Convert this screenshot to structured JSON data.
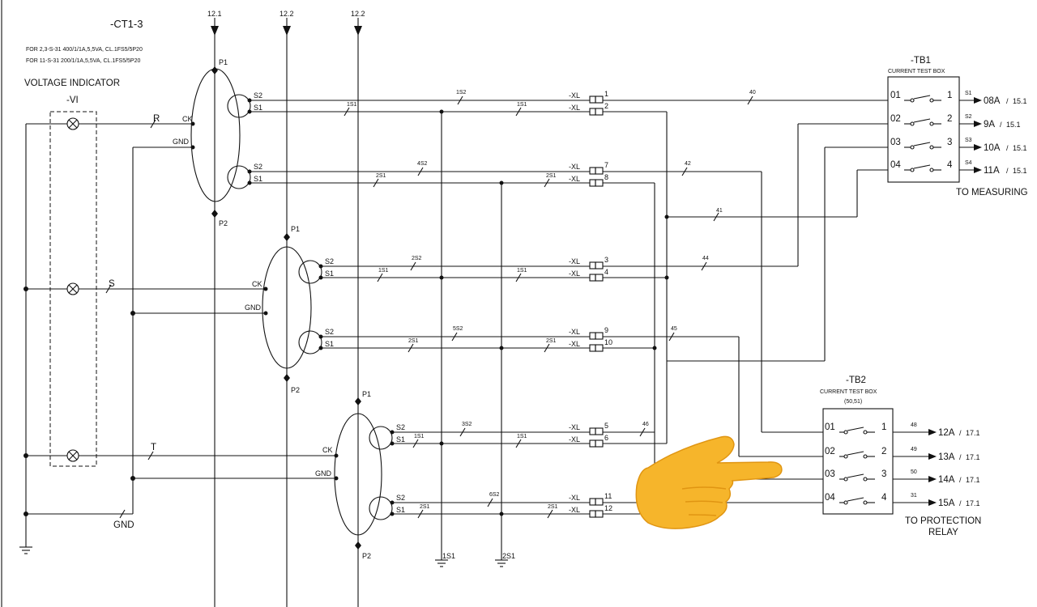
{
  "ct": {
    "tag": "-CT1-3",
    "spec_lines": [
      "FOR 2,3-S-31 400/1/1A,5,5VA, CL.1FS5/5P20",
      "FOR 11-S-31 200/1/1A,5,5VA, CL.1FS5/5P20"
    ],
    "p1": "P1",
    "p2": "P2",
    "ck": "CK",
    "gnd": "GND",
    "s1": "S1",
    "s2": "S2"
  },
  "buses": [
    "12.1",
    "12.2",
    "12.2"
  ],
  "voltage_indicator": {
    "title": "VOLTAGE INDICATOR",
    "tag": "-VI",
    "phases": [
      "R",
      "S",
      "T"
    ],
    "gnd": "GND"
  },
  "xl_label": "-XL",
  "terminals": [
    "1",
    "2",
    "7",
    "8",
    "3",
    "4",
    "9",
    "10",
    "5",
    "6",
    "11",
    "12"
  ],
  "wire_labels": {
    "a": "1S2",
    "b": "1S1",
    "c": "1S1",
    "d": "4S2",
    "e": "2S1",
    "f": "2S1",
    "g": "2S2",
    "h": "1S1",
    "i": "1S1",
    "j": "5S2",
    "k": "2S1",
    "l": "2S1",
    "m": "3S2",
    "n": "1S1",
    "o": "1S1",
    "p": "6S2",
    "q": "2S1",
    "r": "2S1"
  },
  "cable_numbers": [
    "40",
    "42",
    "41",
    "44",
    "45",
    "46",
    "48",
    "49",
    "50",
    "31"
  ],
  "earth_labels": [
    "1S1",
    "2S1"
  ],
  "tb1": {
    "tag": "-TB1",
    "title": "CURRENT TEST BOX",
    "rows": [
      {
        "left": "01",
        "right": "1",
        "s": "S1",
        "out": "08A",
        "ref": "15.1"
      },
      {
        "left": "02",
        "right": "2",
        "s": "S2",
        "out": "9A",
        "ref": "15.1"
      },
      {
        "left": "03",
        "right": "3",
        "s": "S3",
        "out": "10A",
        "ref": "15.1"
      },
      {
        "left": "04",
        "right": "4",
        "s": "S4",
        "out": "11A",
        "ref": "15.1"
      }
    ],
    "footer": "TO MEASURING"
  },
  "tb2": {
    "tag": "-TB2",
    "title": "CURRENT TEST BOX",
    "subtitle": "(50,51)",
    "rows": [
      {
        "left": "01",
        "right": "1",
        "out": "12A",
        "ref": "17.1"
      },
      {
        "left": "02",
        "right": "2",
        "out": "13A",
        "ref": "17.1"
      },
      {
        "left": "03",
        "right": "3",
        "out": "14A",
        "ref": "17.1"
      },
      {
        "left": "04",
        "right": "4",
        "out": "15A",
        "ref": "17.1"
      }
    ],
    "footer_1": "TO PROTECTION",
    "footer_2": "RELAY"
  },
  "colors": {
    "line": "#111111",
    "hand": "#f6b52b",
    "hand_shade": "#e09512"
  }
}
